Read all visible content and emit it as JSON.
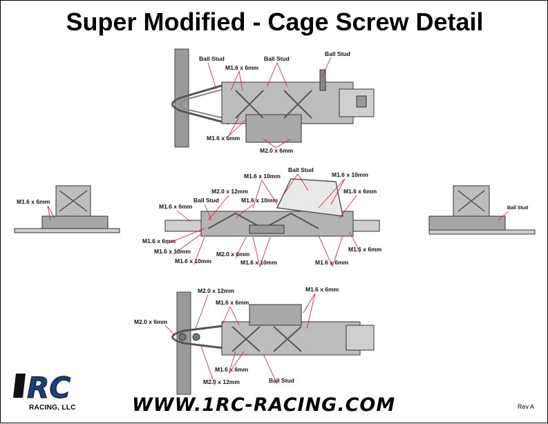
{
  "title": "Super Modified - Cage Screw Detail",
  "footer": {
    "url": "WWW.1RC-RACING.COM",
    "revision": "Rev A"
  },
  "logo": {
    "mark": "1RC",
    "subtitle": "RACING, LLC"
  },
  "colors": {
    "leader": "#e0142a",
    "chassis": "#8c8c8c",
    "chassis_light": "#c9c9c9"
  },
  "views": {
    "top": {
      "labels": [
        "Ball Stud",
        "M1.6 x 6mm",
        "Ball Stud",
        "Ball Stud",
        "M1.6 x 6mm",
        "M2.0 x 6mm"
      ]
    },
    "front": {
      "labels": [
        "M1.6 x 6mm"
      ]
    },
    "side": {
      "labels": [
        "Ball Stud",
        "M1.6 x 10mm",
        "M1.6 x 10mm",
        "M2.0 x 12mm",
        "M1.6 x 6mm",
        "Ball Stud",
        "M1.6 x 10mm",
        "M1.6 x 6mm",
        "M1.6 x 6mm",
        "M1.6 x 10mm",
        "M2.0 x 6mm",
        "M1.6 x 6mm",
        "M1.6 x 10mm",
        "M1.6 x 10mm",
        "M1.6 x 6mm"
      ]
    },
    "rear": {
      "labels": [
        "Ball Stud"
      ]
    },
    "bottom": {
      "labels": [
        "M2.0 x 12mm",
        "M1.6 x 6mm",
        "M1.6 x 6mm",
        "M2.0 x 6mm",
        "M1.6 x 6mm",
        "M2.0 x 12mm",
        "Ball Stud"
      ]
    }
  }
}
